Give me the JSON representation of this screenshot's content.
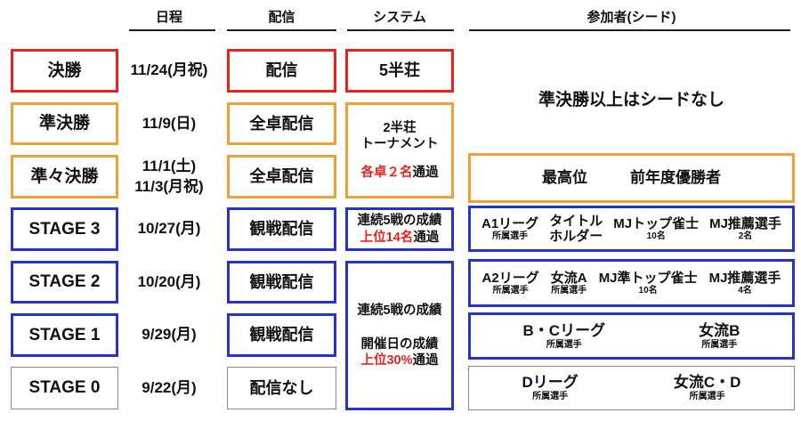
{
  "headers": {
    "date": "日程",
    "stream": "配信",
    "system": "システム",
    "participants": "参加者(シード)"
  },
  "colors": {
    "final_red": "#e8211d",
    "semi_orange": "#f0a132",
    "stage_blue": "#2433cc",
    "stage0_gray": "#8a8a8a",
    "highlight_red_text": "#e8211d"
  },
  "stages": [
    {
      "label": "決勝",
      "date": "11/24(月祝)",
      "stream": "配信"
    },
    {
      "label": "準決勝",
      "date": "11/9(日)",
      "stream": "全卓配信"
    },
    {
      "label": "準々決勝",
      "date": "11/1(土)",
      "date2": "11/3(月祝)",
      "stream": "全卓配信"
    },
    {
      "label": "STAGE 3",
      "date": "10/27(月)",
      "stream": "観戦配信"
    },
    {
      "label": "STAGE 2",
      "date": "10/20(月)",
      "stream": "観戦配信"
    },
    {
      "label": "STAGE 1",
      "date": "9/29(月)",
      "stream": "観戦配信"
    },
    {
      "label": "STAGE 0",
      "date": "9/22(月)",
      "stream": "配信なし"
    }
  ],
  "system": {
    "final": "5半荘",
    "semi": {
      "line1": "2半荘",
      "line2": "トーナメント",
      "pass_red": "各卓２名",
      "pass_black": "通過"
    },
    "stage3": {
      "line1": "連続5戦の成績",
      "pass_red": "上位14名",
      "pass_black": "通過"
    },
    "lower": {
      "line1": "連続5戦の成績",
      "line2": "開催日の成績",
      "pass_red": "上位30%",
      "pass_black": "通過"
    }
  },
  "participants": {
    "seed_note": "準決勝以上はシードなし",
    "quarterfinal": [
      {
        "main": "最高位"
      },
      {
        "main": "前年度優勝者"
      }
    ],
    "stage3": [
      {
        "main": "A1リーグ",
        "sub": "所属選手"
      },
      {
        "main": "タイトル",
        "main2": "ホルダー"
      },
      {
        "main": "MJトップ雀士",
        "sub": "10名"
      },
      {
        "main": "MJ推薦選手",
        "sub": "2名"
      }
    ],
    "stage2": [
      {
        "main": "A2リーグ",
        "sub": "所属選手"
      },
      {
        "main": "女流A",
        "sub": "所属選手"
      },
      {
        "main": "MJ準トップ雀士",
        "sub": "10名"
      },
      {
        "main": "MJ推薦選手",
        "sub": "4名"
      }
    ],
    "stage1": [
      {
        "main": "B・Cリーグ",
        "sub": "所属選手"
      },
      {
        "main": "女流B",
        "sub": "所属選手"
      }
    ],
    "stage0": [
      {
        "main": "Dリーグ",
        "sub": "所属選手"
      },
      {
        "main": "女流C・D",
        "sub": "所属選手"
      }
    ]
  }
}
